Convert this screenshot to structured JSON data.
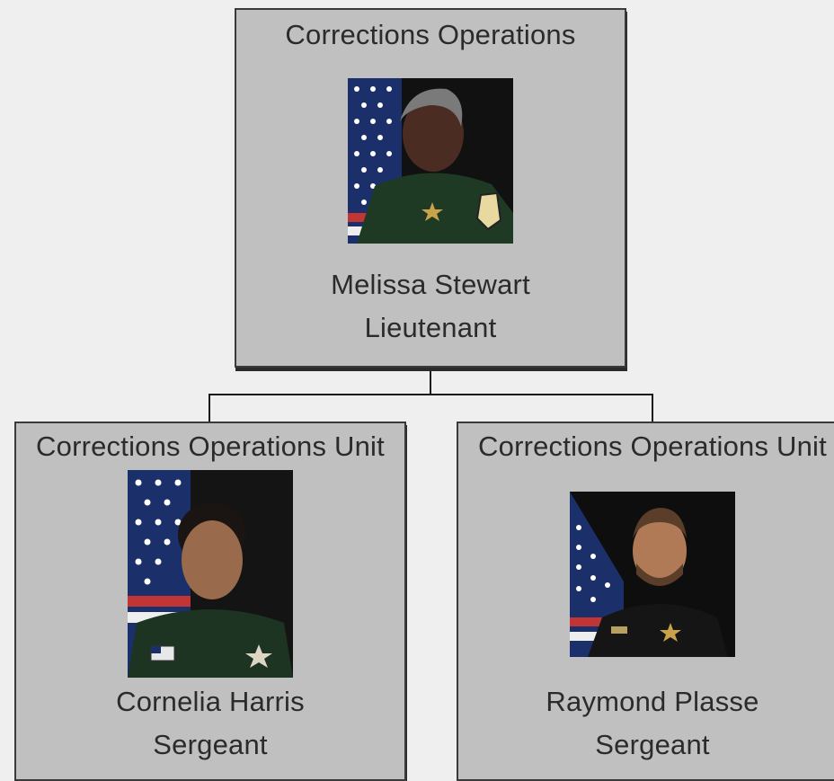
{
  "top": {
    "unit": "Corrections Operations",
    "name": "Melissa Stewart",
    "title": "Lieutenant",
    "photo": "portrait-photo"
  },
  "left": {
    "unit": "Corrections Operations Unit",
    "name": "Cornelia Harris",
    "title": "Sergeant",
    "photo": "portrait-photo"
  },
  "right": {
    "unit": "Corrections Operations Unit",
    "name": "Raymond Plasse",
    "title": "Sergeant",
    "photo": "portrait-photo"
  },
  "colors": {
    "box_fill": "#c0c0c0",
    "background": "#efefef",
    "line": "#1a1a1a",
    "uniform": "#1f3a24"
  }
}
